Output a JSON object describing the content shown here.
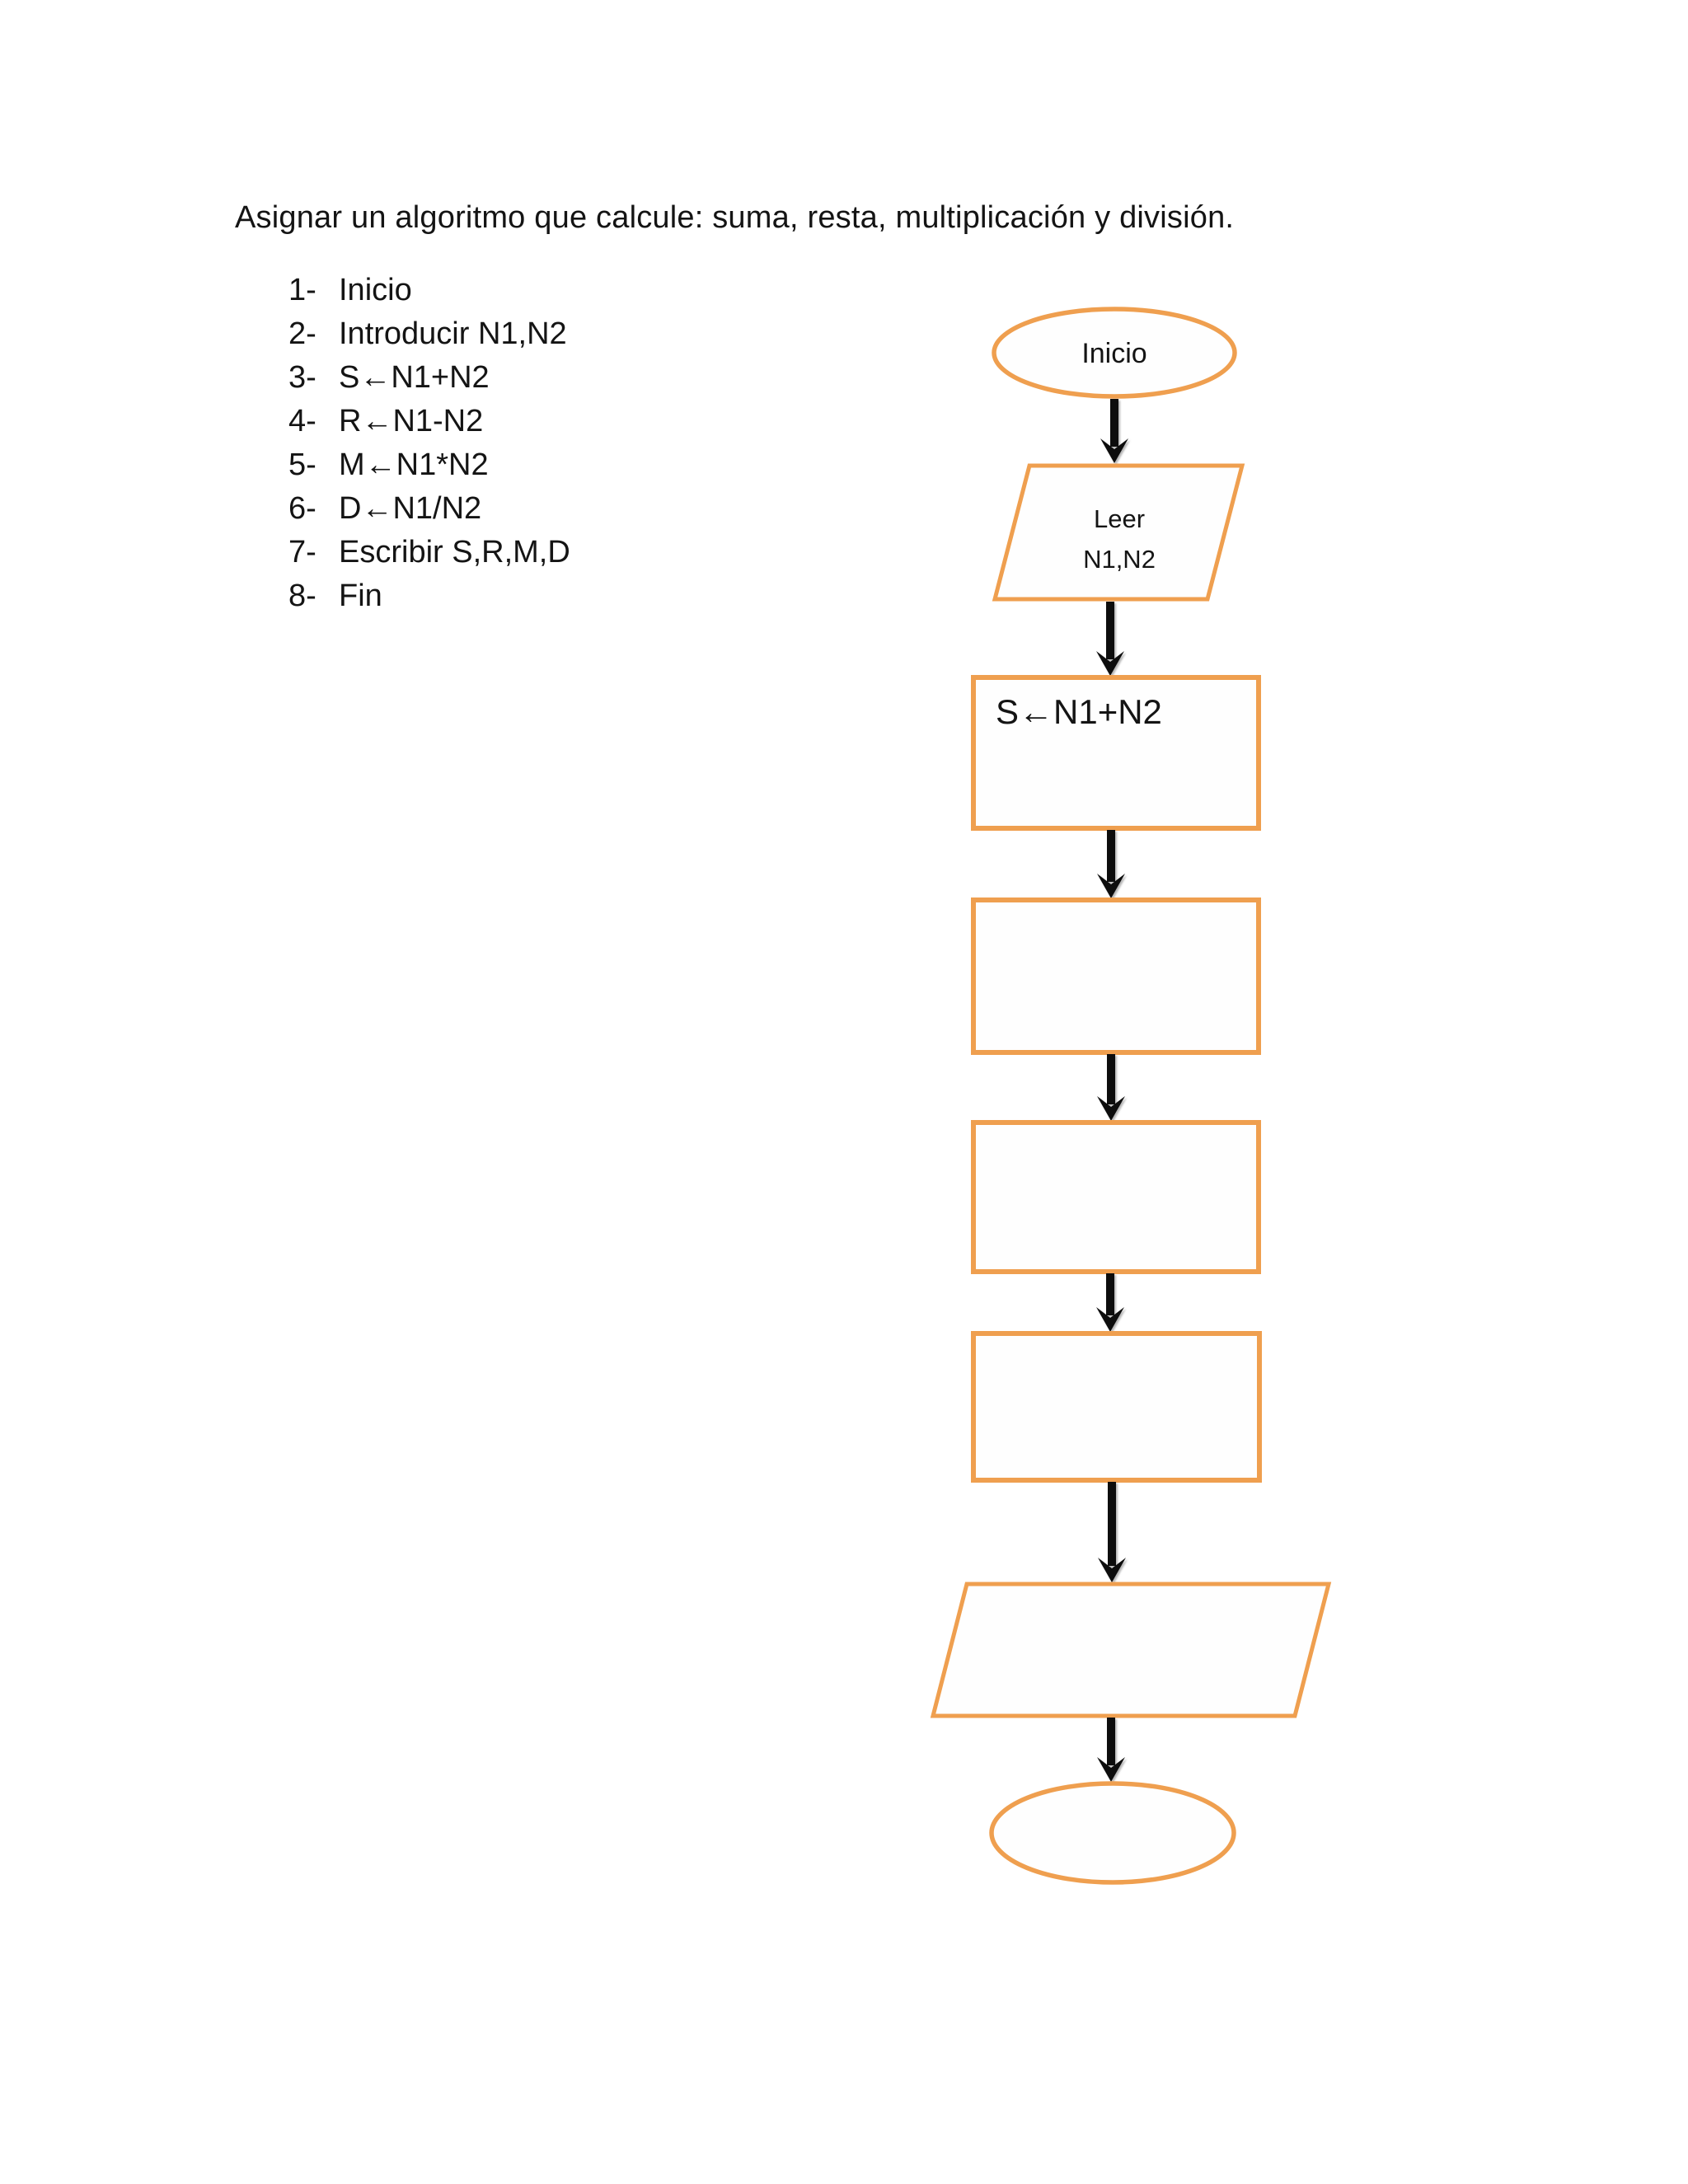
{
  "page": {
    "title": "Asignar un algoritmo que calcule: suma, resta, multiplicación y división."
  },
  "algorithm": {
    "steps": [
      {
        "num": "1-",
        "text": "Inicio"
      },
      {
        "num": "2-",
        "text": "Introducir N1,N2"
      },
      {
        "num": "3-",
        "text": "S←N1+N2"
      },
      {
        "num": "4-",
        "text": "R←N1-N2"
      },
      {
        "num": "5-",
        "text": "M←N1*N2"
      },
      {
        "num": "6-",
        "text": "D←N1/N2"
      },
      {
        "num": "7-",
        "text": "Escribir S,R,M,D"
      },
      {
        "num": "8-",
        "text": "Fin"
      }
    ]
  },
  "flowchart": {
    "nodes": {
      "start": {
        "shape": "ellipse",
        "label": "Inicio"
      },
      "read": {
        "shape": "parallelogram",
        "label_line1": "Leer",
        "label_line2": "N1,N2"
      },
      "sum": {
        "shape": "rectangle",
        "label": "S←N1+N2"
      },
      "process2": {
        "shape": "rectangle",
        "label": ""
      },
      "process3": {
        "shape": "rectangle",
        "label": ""
      },
      "process4": {
        "shape": "rectangle",
        "label": ""
      },
      "output": {
        "shape": "parallelogram",
        "label": ""
      },
      "end": {
        "shape": "ellipse",
        "label": ""
      }
    },
    "colors": {
      "stroke": "#EF9F4F",
      "arrow": "#0D0D0D",
      "text": "#141414",
      "shape_fill": "#FEFEFE",
      "page_bg": "#FFFFFF"
    }
  }
}
